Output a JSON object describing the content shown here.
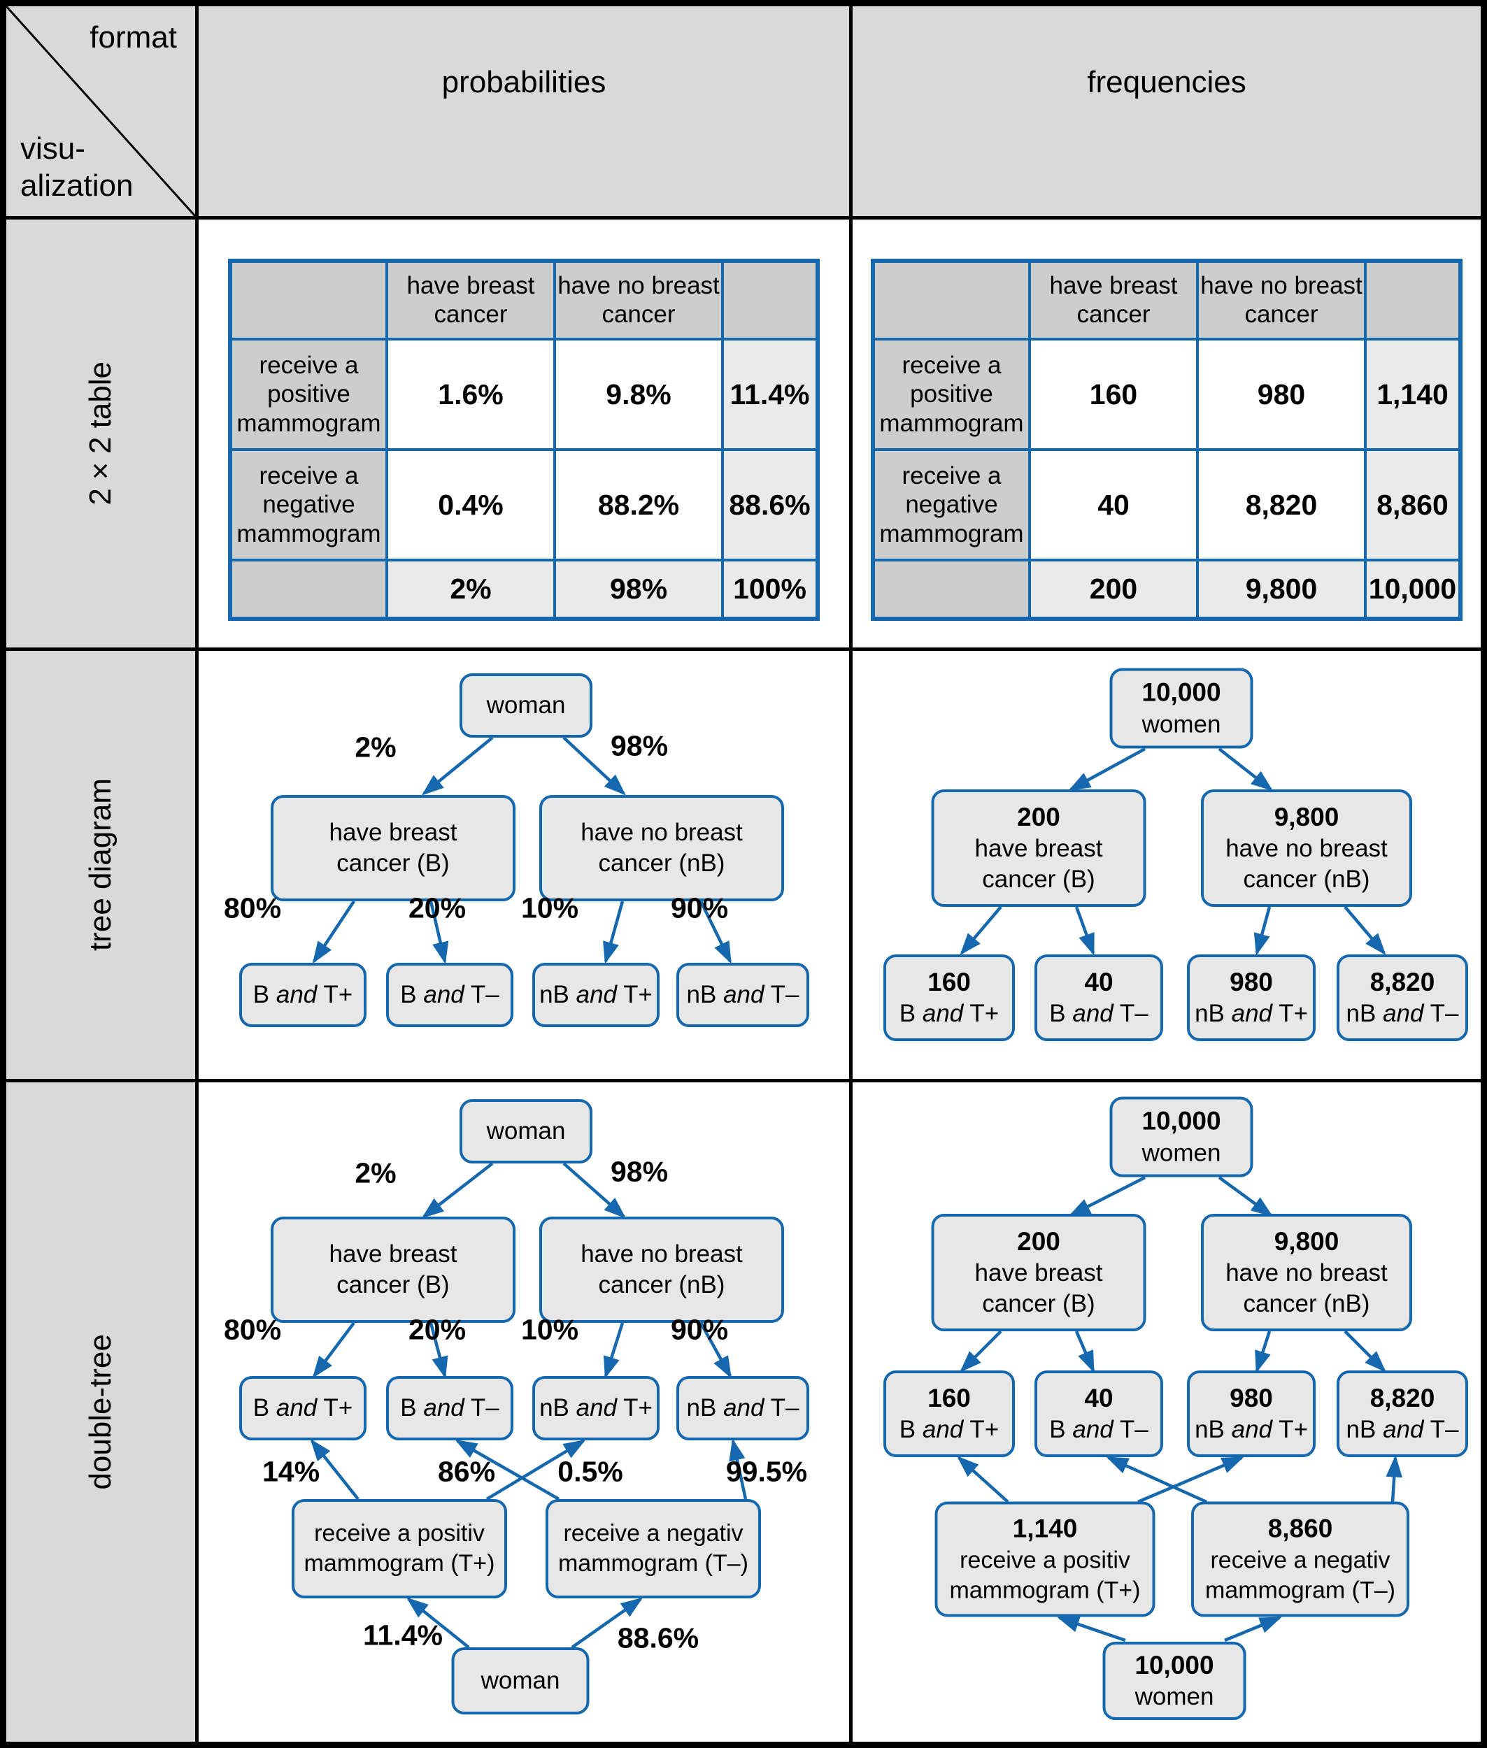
{
  "palette": {
    "blue": "#1668ae",
    "grid_black": "#000000",
    "header_gray": "#d9d9d9",
    "table_header_gray": "#cdcdcd",
    "total_gray": "#eaeaea",
    "node_gray": "#e7e7e7",
    "data_white": "#ffffff"
  },
  "matrix": {
    "corner_top": "format",
    "corner_bottom_line1": "visu-",
    "corner_bottom_line2": "alization",
    "col_headers": [
      "probabilities",
      "frequencies"
    ],
    "row_headers": [
      "2×2 table",
      "tree diagram",
      "double-tree"
    ]
  },
  "tables": {
    "prob": {
      "col_headers": [
        "have breast cancer",
        "have no breast cancer"
      ],
      "row_headers": [
        "receive a positive mammogram",
        "receive a negative mammogram"
      ],
      "rows": [
        [
          "1.6%",
          "9.8%",
          "11.4%"
        ],
        [
          "0.4%",
          "88.2%",
          "88.6%"
        ]
      ],
      "totals": [
        "2%",
        "98%",
        "100%"
      ]
    },
    "freq": {
      "col_headers": [
        "have breast cancer",
        "have no breast cancer"
      ],
      "row_headers": [
        "receive a positive mammogram",
        "receive a negative mammogram"
      ],
      "rows": [
        [
          "160",
          "980",
          "1,140"
        ],
        [
          "40",
          "8,820",
          "8,860"
        ]
      ],
      "totals": [
        "200",
        "9,800",
        "10,000"
      ]
    }
  },
  "tree_prob": {
    "root": "woman",
    "b": {
      "line1": "have breast",
      "line2": "cancer (B)"
    },
    "nb": {
      "line1": "have no breast",
      "line2": "cancer (nB)"
    },
    "leaves": [
      {
        "pre": "B",
        "mid": "and",
        "post": "T+"
      },
      {
        "pre": "B",
        "mid": "and",
        "post": "T–"
      },
      {
        "pre": "nB",
        "mid": "and",
        "post": "T+"
      },
      {
        "pre": "nB",
        "mid": "and",
        "post": "T–"
      }
    ],
    "labels": {
      "b": "2%",
      "nb": "98%",
      "bt1": "80%",
      "bt2": "20%",
      "bt3": "10%",
      "bt4": "90%"
    }
  },
  "tree_freq": {
    "root": {
      "num": "10,000",
      "label": "women"
    },
    "b": {
      "num": "200",
      "line1": "have breast",
      "line2": "cancer (B)"
    },
    "nb": {
      "num": "9,800",
      "line1": "have no breast",
      "line2": "cancer (nB)"
    },
    "leaves": [
      {
        "num": "160",
        "pre": "B",
        "mid": "and",
        "post": "T+"
      },
      {
        "num": "40",
        "pre": "B",
        "mid": "and",
        "post": "T–"
      },
      {
        "num": "980",
        "pre": "nB",
        "mid": "and",
        "post": "T+"
      },
      {
        "num": "8,820",
        "pre": "nB",
        "mid": "and",
        "post": "T–"
      }
    ]
  },
  "dtree_prob": {
    "root": "woman",
    "b": {
      "line1": "have breast",
      "line2": "cancer (B)"
    },
    "nb": {
      "line1": "have no breast",
      "line2": "cancer (nB)"
    },
    "leaves": [
      {
        "pre": "B",
        "mid": "and",
        "post": "T+"
      },
      {
        "pre": "B",
        "mid": "and",
        "post": "T–"
      },
      {
        "pre": "nB",
        "mid": "and",
        "post": "T+"
      },
      {
        "pre": "nB",
        "mid": "and",
        "post": "T–"
      }
    ],
    "tplus": {
      "line1": "receive a positiv",
      "line2": "mammogram (T+)"
    },
    "tminus": {
      "line1": "receive a negativ",
      "line2": "mammogram (T–)"
    },
    "bottom_root": "woman",
    "labels": {
      "b": "2%",
      "nb": "98%",
      "bt1": "80%",
      "bt2": "20%",
      "bt3": "10%",
      "bt4": "90%",
      "up1": "14%",
      "up2": "86%",
      "up3": "0.5%",
      "up4": "99.5%",
      "root_tplus": "11.4%",
      "root_tminus": "88.6%"
    }
  },
  "dtree_freq": {
    "root": {
      "num": "10,000",
      "label": "women"
    },
    "b": {
      "num": "200",
      "line1": "have breast",
      "line2": "cancer (B)"
    },
    "nb": {
      "num": "9,800",
      "line1": "have no breast",
      "line2": "cancer (nB)"
    },
    "leaves": [
      {
        "num": "160",
        "pre": "B",
        "mid": "and",
        "post": "T+"
      },
      {
        "num": "40",
        "pre": "B",
        "mid": "and",
        "post": "T–"
      },
      {
        "num": "980",
        "pre": "nB",
        "mid": "and",
        "post": "T+"
      },
      {
        "num": "8,820",
        "pre": "nB",
        "mid": "and",
        "post": "T–"
      }
    ],
    "tplus": {
      "num": "1,140",
      "line1": "receive a positiv",
      "line2": "mammogram (T+)"
    },
    "tminus": {
      "num": "8,860",
      "line1": "receive a negativ",
      "line2": "mammogram (T–)"
    },
    "bottom_root": {
      "num": "10,000",
      "label": "women"
    }
  }
}
